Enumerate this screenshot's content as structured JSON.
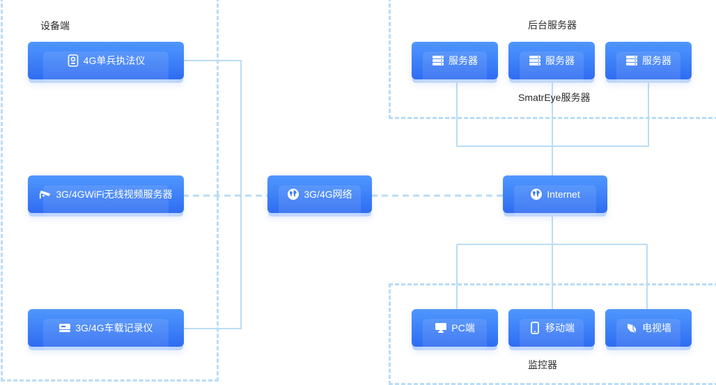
{
  "groups": {
    "device": {
      "label": "设备端"
    },
    "backend": {
      "label": "后台服务器"
    },
    "monitor": {
      "label": "监控器"
    }
  },
  "caption_smartreye": "SmatrEye服务器",
  "nodes": {
    "law_enforcer": {
      "label": "4G单兵执法仪",
      "icon": "recorder-badge-icon"
    },
    "wifi_video_server": {
      "label": "3G/4GWiFi无线视频服务器",
      "icon": "security-camera-icon"
    },
    "vehicle_recorder": {
      "label": "3G/4G车载记录仪",
      "icon": "vehicle-dvr-icon"
    },
    "network": {
      "label": "3G/4G网络",
      "icon": "globe-icon"
    },
    "internet": {
      "label": "Internet",
      "icon": "globe-icon"
    },
    "server1": {
      "label": "服务器",
      "icon": "server-icon"
    },
    "server2": {
      "label": "服务器",
      "icon": "server-icon"
    },
    "server3": {
      "label": "服务器",
      "icon": "server-icon"
    },
    "pc": {
      "label": "PC端",
      "icon": "monitor-icon"
    },
    "mobile": {
      "label": "移动端",
      "icon": "mobile-phone-icon"
    },
    "tv_wall": {
      "label": "电视墙",
      "icon": "video-wall-icon"
    }
  },
  "colors": {
    "node_top": "#4f97ff",
    "node_bottom": "#2f6cf1",
    "connector": "#b9dcf6"
  }
}
